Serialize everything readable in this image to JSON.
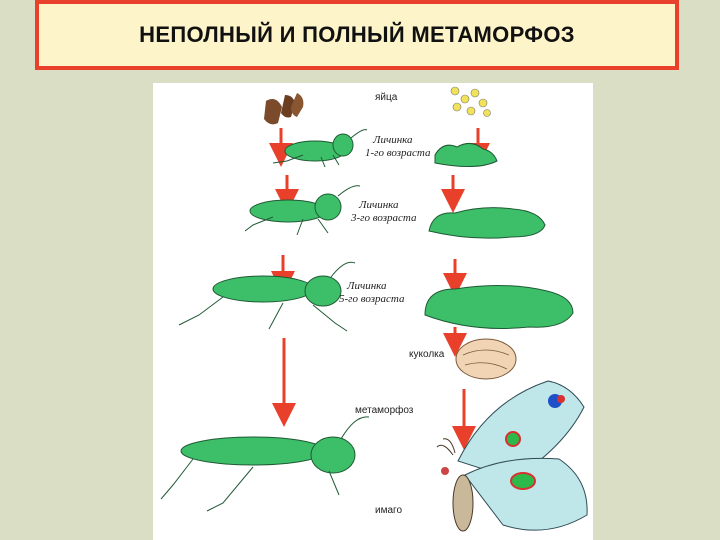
{
  "title": "НЕПОЛНЫЙ И ПОЛНЫЙ МЕТАМОРФОЗ",
  "labels": {
    "eggs": "яйца",
    "larva1_a": "Личинка",
    "larva1_b": "1-го возраста",
    "larva3_a": "Личинка",
    "larva3_b": "3-го возраста",
    "larva5_a": "Личинка",
    "larva5_b": "5-го возраста",
    "pupa": "куколка",
    "metamorphosis": "метаморфоз",
    "imago": "имаго"
  },
  "colors": {
    "insect_green": "#3dbf6a",
    "arrow_red": "#e8402a",
    "title_border": "#e8402a",
    "title_bg": "#fdf5c9",
    "slide_bg": "#d9dec5"
  }
}
